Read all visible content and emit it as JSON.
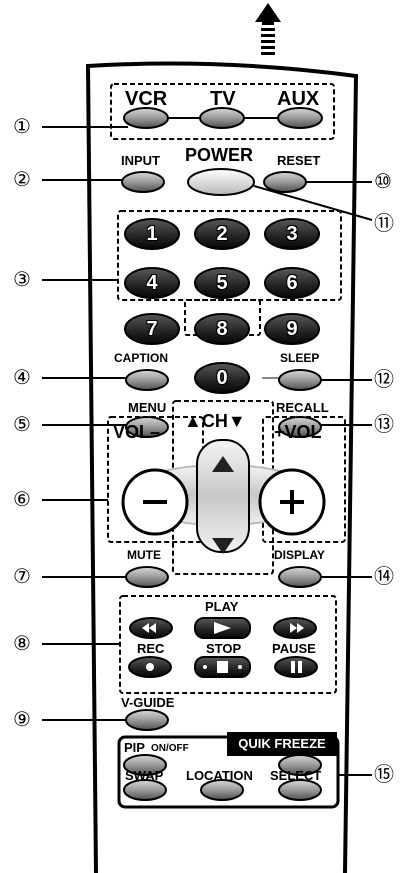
{
  "callouts": [
    "①",
    "②",
    "③",
    "④",
    "⑤",
    "⑥",
    "⑦",
    "⑧",
    "⑨",
    "⑩",
    "⑪",
    "⑫",
    "⑬",
    "⑭",
    "⑮"
  ],
  "labels": {
    "vcr": "VCR",
    "tv": "TV",
    "aux": "AUX",
    "power": "POWER",
    "input": "INPUT",
    "reset": "RESET",
    "caption": "CAPTION",
    "sleep": "SLEEP",
    "menu": "MENU",
    "ch": "▲CH▼",
    "recall": "RECALL",
    "vol_minus": "VOL–",
    "vol_plus": "+VOL",
    "mute": "MUTE",
    "display": "DISPLAY",
    "play": "PLAY",
    "rec": "REC",
    "stop": "STOP",
    "pause": "PAUSE",
    "vguide": "V-GUIDE",
    "pip": "PIP",
    "onoff": "ON/OFF",
    "quik_freeze": "QUIK FREEZE",
    "swap": "SWAP",
    "location": "LOCATION",
    "select": "SELECT"
  },
  "digits": [
    "1",
    "2",
    "3",
    "4",
    "5",
    "6",
    "7",
    "8",
    "9",
    "0"
  ],
  "icons": {
    "arrow": "up-arrow-icon",
    "rewind": "rewind-icon",
    "play": "play-icon",
    "fastforward": "fast-forward-icon",
    "record": "record-icon",
    "stop": "stop-icon",
    "pause": "pause-icon",
    "ch_up": "channel-up-icon",
    "ch_down": "channel-down-icon",
    "vol_down": "minus-icon",
    "vol_up": "plus-icon"
  }
}
